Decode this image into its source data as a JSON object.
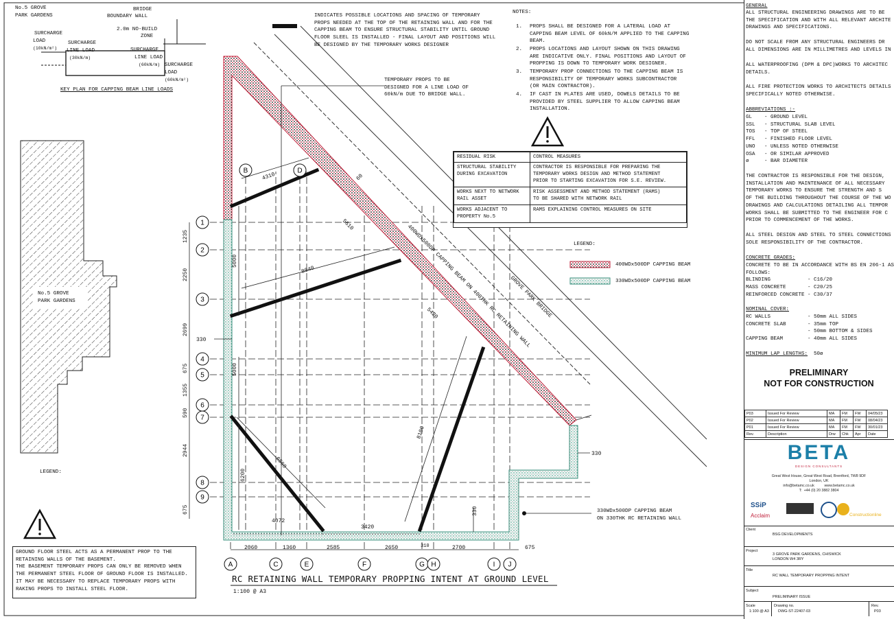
{
  "key_plan": {
    "no5": "No.5 GROVE",
    "no5b": "PARK GARDENS",
    "bridge": "BRIDGE",
    "bridge2": "BOUNDARY WALL",
    "nobuild": "2.0m NO-BUILD",
    "nobuild2": "ZONE",
    "sur1": "SURCHARGE",
    "sur1b": "LOAD",
    "sur1c": "(10kN/m²)",
    "sur2": "SURCHARGE",
    "sur2b": "LINE LOAD",
    "sur2c": "(30kN/m)",
    "sur3": "SURCHARGE",
    "sur3b": "LINE LOAD",
    "sur3c": "(60kN/m)",
    "sur4": "SURCHARGE",
    "sur4b": "LOAD",
    "sur4c": "(60kN/m²)",
    "caption": "KEY PLAN FOR CAPPING BEAM LINE LOADS"
  },
  "legend_hatch_text": "INDICATES POSSIBLE LOCATIONS AND SPACING OF TEMPORARY\nPROPS NEEDED AT THE TOP OF THE RETAINING WALL AND FOR THE\nCAPPING BEAM TO ENSURE STRUCTURAL STABILITY UNTIL GROUND\nFLOOR SLEEL IS INSTALLED - FINAL LAYOUT AND POSITIONS WILL\nBE DESIGNED BY THE TEMPORARY WORKS DESIGNER",
  "notes_title": "NOTES:",
  "notes": [
    {
      "n": "1.",
      "text": "PROPS SHALL BE DESIGNED FOR A LATERAL LOAD AT\nCAPPING BEAM LEVEL OF 60kN/M APPLIED TO THE CAPPING\nBEAM."
    },
    {
      "n": "2.",
      "text": "PROPS LOCATIONS AND LAYOUT SHOWN ON THIS DRAWING\nARE INDICATIVE ONLY. FINAL POSITIONS AND LAYOUT OF\nPROPPING IS DOWN TO TEMPORARY WORK DESIGNER."
    },
    {
      "n": "3.",
      "text": "TEMPORARY PROP CONNECTIONS TO THE CAPPING BEAM IS\nRESPONSIBILITY OF TEMPORARY WORKS SUBCONTRACTOR\n(OR MAIN CONTRACTOR)."
    },
    {
      "n": "4.",
      "text": "IF CAST IN PLATES ARE USED, DOWELS DETAILS TO BE\nPROVIDED BY STEEL SUPPLIER TO ALLOW CAPPING BEAM\nINSTALLATION."
    }
  ],
  "prop_note": "TEMPORARY PROPS TO BE\nDESIGNED FOR A LINE LOAD OF\n60kN/m DUE TO BRIDGE WALL.",
  "risk": {
    "h1": "RESIDUAL RISK",
    "h2": "CONTROL MEASURES",
    "rows": [
      {
        "r": "STRUCTURAL STABILITY\nDURING EXCAVATION",
        "c": "CONTRACTOR IS RESPONSIBLE FOR PREPARING THE\nTEMPORARY WORKS DESIGN AND METHOD STATEMENT\nPRIOR TO STARTING EXCAVATION FOR S.E. REVIEW."
      },
      {
        "r": "WORKS NEXT TO NETWORK\nRAIL ASSET",
        "c": "RISK ASSESSMENT AND METHOD STATEMENT (RAMS)\nTO BE SHARED WITH NETWORK RAIL"
      },
      {
        "r": "WORKS ADJACENT TO\nPROPERTY No.5",
        "c": "RAMS EXPLAINING CONTROL MEASURES ON SITE"
      }
    ]
  },
  "legend": {
    "title": "LEGEND:",
    "a": "400WDx500DP CAPPING BEAM",
    "b": "330WDx500DP CAPPING BEAM"
  },
  "plan": {
    "neighbour": "No.5 GROVE\nPARK GARDENS",
    "legend_left": "LEGEND:",
    "bridge_label": "GROVE PARK BRIDGE",
    "beam_label": "400WDx500DP CAPPING BEAM ON 400THK RC RETAINING WALL",
    "beam2_label": "330WDx500DP CAPPING BEAM\nON 330THK RC RETAINING WALL",
    "title": "RC RETAINING WALL TEMPORARY PROPPING INTENT AT GROUND LEVEL",
    "scale": "1:100 @ A3",
    "grid_cols": [
      "A",
      "C",
      "E",
      "F",
      "G",
      "H",
      "I",
      "J"
    ],
    "grid_rows": [
      "1",
      "2",
      "3",
      "4",
      "5",
      "6",
      "7",
      "8",
      "9"
    ],
    "top_grids": [
      "B",
      "D"
    ],
    "dims_bottom": [
      "2060",
      "1360",
      "2585",
      "2650",
      "2700",
      "675"
    ],
    "dim_310": "310",
    "dims_left": [
      "1235",
      "2250",
      "2699",
      "675",
      "1355",
      "590",
      "2944",
      "675"
    ],
    "dims_misc": {
      "d4310": "4310",
      "d60": "60",
      "d5610": "5610",
      "d5000a": "5000",
      "d8040": "8040",
      "d5420": "5420",
      "d330a": "330",
      "d5000b": "5000",
      "d6560": "6560",
      "d6200": "6200",
      "d8100": "8100",
      "d4072": "4072",
      "d3420": "3420",
      "d330b": "330",
      "d330c": "330"
    }
  },
  "ground_note": "GROUND FLOOR STEEL ACTS AS A PERMANENT PROP TO THE\nRETAINING WALLS OF THE BASEMENT.\nTHE BASEMENT TEMPORARY PROPS CAN ONLY BE REMOVED WHEN\nTHE PERMANENT STEEL FLOOR OF GROUND FLOOR IS INSTALLED.\nIT MAY BE NECESSARY TO REPLACE TEMPORARY PROPS WITH\nRAKING PROPS TO INSTALL STEEL FLOOR.",
  "general": {
    "title": "GENERAL",
    "p1": "ALL STRUCTURAL ENGINEERING DRAWINGS ARE TO BE\nTHE SPECIFICATION AND WITH ALL RELEVANT ARCHITE\nDRAWINGS AND SPECIFICATIONS.",
    "p2": "DO NOT SCALE FROM ANY STRUCTURAL ENGINEERS DR\nALL DIMENSIONS ARE IN MILLIMETRES AND LEVELS IN M",
    "p3": "ALL WATERPROOFING (DPM & DPC)WORKS TO ARCHITEC\nDETAILS.",
    "p4": "ALL FIRE PROTECTION WORKS TO ARCHITECTS DETAILS\nSPECIFICALLY NOTED OTHERWISE.",
    "abbr_title": "ABBREVIATIONS :-",
    "abbr": "GL    - GROUND LEVEL\nSSL   - STRUCTURAL SLAB LEVEL\nTOS   - TOP OF STEEL\nFFL   - FINISHED FLOOR LEVEL\nUNO   - UNLESS NOTED OTHERWISE\nOSA   - OR SIMILAR APPROVED\nø     - BAR DIAMETER",
    "p5": "THE CONTRACTOR IS RESPONSIBLE FOR THE DESIGN,\nINSTALLATION AND MAINTENANCE OF ALL NECESSARY\nTEMPORARY WORKS TO ENSURE THE STRENGTH AND S\nOF THE BUILDING THROUGHOUT THE COURSE OF THE WO\nDRAWINGS AND CALCULATIONS DETAILING ALL TEMPOR\nWORKS SHALL BE SUBMITTED TO THE ENGINEER FOR C\nPRIOR TO COMMENCEMENT OF THE WORKS.",
    "p6": "ALL STEEL DESIGN AND STEEL TO STEEL CONNECTIONS\nSOLE RESPONSIBILITY OF THE CONTRACTOR.",
    "cg_title": "CONCRETE GRADES:",
    "cg": "CONCRETE TO BE IN ACCORDANCE WITH BS EN 206-1 AS\nFOLLOWS:\nBLINDING            - C16/20\nMASS CONCRETE       - C20/25\nREINFORCED CONCRETE - C30/37",
    "nc_title": "NOMINAL COVER:",
    "nc": "RC WALLS            - 50mm ALL SIDES\nCONCRETE SLAB       - 35mm TOP\n                    - 50mm BOTTOM & SIDES\nCAPPING BEAM        - 40mm ALL SIDES",
    "lap": "MINIMUM LAP LENGTHS:",
    "lap_val": "50ø"
  },
  "prelim1": "PRELIMINARY",
  "prelim2": "NOT FOR CONSTRUCTION",
  "revisions": [
    {
      "rev": "P03",
      "desc": "Issued For Review",
      "d": "MA",
      "c": "FM",
      "a": "FW",
      "date": "04/05/23"
    },
    {
      "rev": "P02",
      "desc": "Issued For Review",
      "d": "MA",
      "c": "FM",
      "a": "FW",
      "date": "08/04/23"
    },
    {
      "rev": "P01",
      "desc": "Issued For Review",
      "d": "MA",
      "c": "FM",
      "a": "FW",
      "date": "30/01/23"
    },
    {
      "rev": "Rev.",
      "desc": "Description",
      "d": "Drw",
      "c": "Chk",
      "a": "Apr",
      "date": "Date"
    }
  ],
  "company": {
    "name": "BETA",
    "sub": "DESIGN CONSULTANTS",
    "address": "Great West House, Great West Road, Brentford, TW8 9DF\nLondon, UK\ninfo@betamc.co.uk          www.betamc.co.uk\nT:  +44 (0) 20 3882 3804",
    "acclaim": "Acclaim",
    "ssip": "SSiP",
    "construction": "Constructionline"
  },
  "client_lbl": "Client",
  "client": "BSG DEVELOPMENTS",
  "project_lbl": "Project",
  "project": "3 GROVE PARK GARDENS, CHISWICK\nLONDON W4 3RY",
  "title_lbl": "Title",
  "title": "RC WALL TEMPORARY PROPPING INTENT",
  "subject_lbl": "Subject",
  "subject": "PRELIMINARY ISSUE",
  "scale_lbl": "Scale",
  "scale": "1:100 @ A3",
  "drawing_lbl": "Drawing no.",
  "drawing": "DWG-ST-22407-03",
  "rev_lbl": "Rev.",
  "rev": "P03"
}
